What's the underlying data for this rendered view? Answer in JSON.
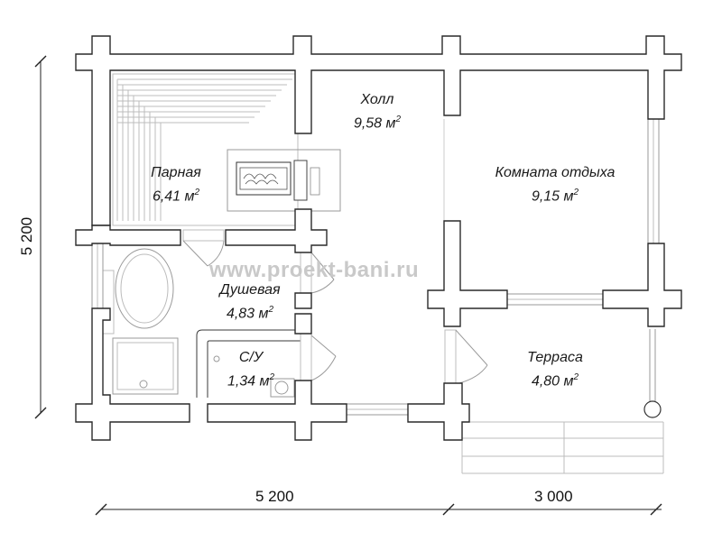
{
  "rooms": {
    "holl": {
      "name": "Холл",
      "area": "9,58 м",
      "unit_sup": "2"
    },
    "komnata": {
      "name": "Комната отдыха",
      "area": "9,15 м",
      "unit_sup": "2"
    },
    "parnaya": {
      "name": "Парная",
      "area": "6,41 м",
      "unit_sup": "2"
    },
    "dushevaya": {
      "name": "Душевая",
      "area": "4,83 м",
      "unit_sup": "2"
    },
    "su": {
      "name": "С/У",
      "area": "1,34 м",
      "unit_sup": "2"
    },
    "terrasa": {
      "name": "Терраса",
      "area": "4,80 м",
      "unit_sup": "2"
    }
  },
  "dimensions": {
    "bottom_left": "5 200",
    "bottom_right": "3 000",
    "left_vertical": "5 200"
  },
  "watermark": "www.proekt-bani.ru"
}
